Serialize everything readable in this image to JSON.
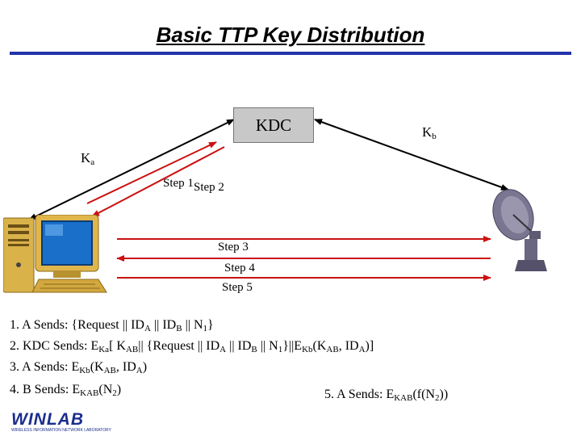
{
  "title": "Basic TTP Key Distribution",
  "kdc_label": "KDC",
  "key_a": {
    "base": "K",
    "sub": "a"
  },
  "key_b": {
    "base": "K",
    "sub": "b"
  },
  "steps": [
    "Step 1",
    "Step 2",
    "Step 3",
    "Step 4",
    "Step 5"
  ],
  "protocol": {
    "line1": {
      "pre": "1. A Sends: {Request || ID",
      "s1": "A",
      "m1": " || ID",
      "s2": "B",
      "m2": " || N",
      "s3": "1",
      "post": "}"
    },
    "line2": {
      "pre": "2. KDC Sends: E",
      "s1": "Ka",
      "m1": "[ K",
      "s2": "AB",
      "m2": "|| {Request || ID",
      "s3": "A",
      "m3": " || ID",
      "s4": "B",
      "m4": " || N",
      "s5": "1",
      "m5": "}||E",
      "s6": "Kb",
      "m6": "(K",
      "s7": "AB",
      "m7": ", ID",
      "s8": "A",
      "post": ")]"
    },
    "line3": {
      "pre": "3. A Sends: E",
      "s1": "Kb",
      "m1": "(K",
      "s2": "AB",
      "m2": ", ID",
      "s3": "A",
      "post": ")"
    },
    "line4": {
      "pre": "4. B Sends: E",
      "s1": "KAB",
      "m1": "(N",
      "s2": "2",
      "post": ")"
    },
    "line5": {
      "pre": "5. A Sends: E",
      "s1": "KAB",
      "m1": "(f(N",
      "s2": "2",
      "post": "))"
    }
  },
  "logo": {
    "text": "WINLAB",
    "tagline": "WIRELESS INFORMATION NETWORK LABORATORY"
  },
  "colors": {
    "arrow_red": "#cc1111",
    "arrow_black": "#000000",
    "title_bar": "#2233aa",
    "kdc_fill": "#c8c8c8",
    "logo_blue": "#1b2d8c"
  }
}
